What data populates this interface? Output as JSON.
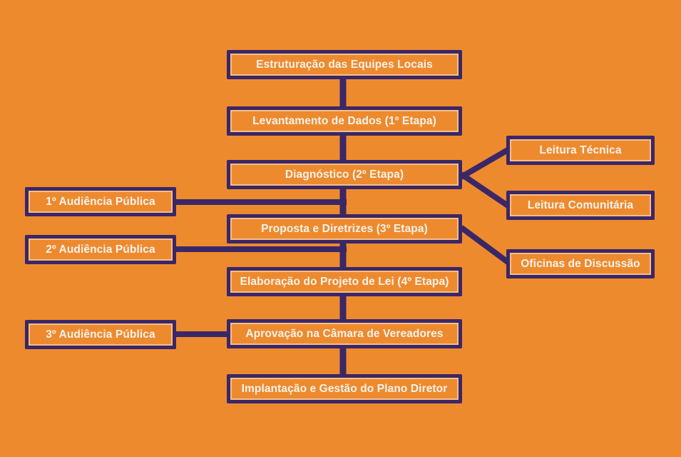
{
  "diagram": {
    "title": "Plano Diretor process flowchart",
    "colors": {
      "background": "#EE8A2E",
      "line_and_border": "#3A2768",
      "text": "#F7F3EC"
    },
    "main_steps": [
      {
        "label": "Estruturação das Equipes Locais"
      },
      {
        "label": "Levantamento de Dados (1º Etapa)"
      },
      {
        "label": "Diagnóstico (2º Etapa)"
      },
      {
        "label": "Proposta e Diretrizes (3º Etapa)"
      },
      {
        "label": "Elaboração do Projeto de Lei (4º Etapa)"
      },
      {
        "label": "Aprovação na Câmara de Vereadores"
      },
      {
        "label": "Implantação e Gestão do Plano Diretor"
      }
    ],
    "left_nodes": [
      {
        "label": "1º Audiência Pública"
      },
      {
        "label": "2º Audiência Pública"
      },
      {
        "label": "3º Audiência Pública"
      }
    ],
    "right_nodes": [
      {
        "label": "Leitura Técnica"
      },
      {
        "label": "Leitura Comunitária"
      },
      {
        "label": "Oficinas de Discussão"
      }
    ]
  }
}
